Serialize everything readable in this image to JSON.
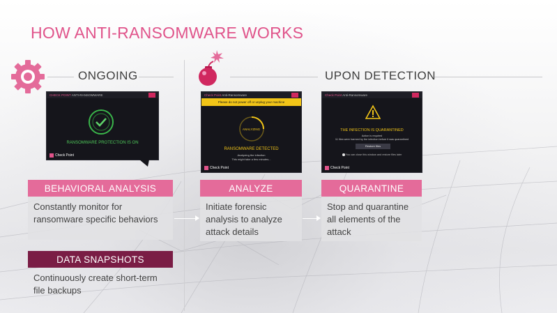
{
  "slide": {
    "title": "HOW ANTI-RANSOMWARE WORKS",
    "accent_color": "#e0538a",
    "dark_accent_color": "#7a1d45"
  },
  "sections": {
    "ongoing": {
      "label": "ONGOING",
      "icon": "gear-icon"
    },
    "detection": {
      "label": "UPON DETECTION",
      "icon": "bomb-icon"
    }
  },
  "screenshots": {
    "protection": {
      "window_brand": "CHECK POINT",
      "window_title": "ANTI-RANSOMWARE",
      "status_text": "RANSOMWARE PROTECTION IS ON",
      "logo_text": "Check Point"
    },
    "analyzing": {
      "window_brand": "Check Point",
      "window_title": "Anti-Ransomware",
      "warning_text": "Please do not power off or unplug your machine",
      "ring_text": "ANALYZING",
      "headline": "RANSOMWARE DETECTED",
      "sub1": "Analyzing the infection",
      "sub2": "This might take a few minutes...",
      "logo_text": "Check Point"
    },
    "quarantined": {
      "window_brand": "Check Point",
      "window_title": "Anti-Ransomware",
      "headline": "THE INFECTION IS QUARANTINED",
      "sub1": "Action is required",
      "sub2": "11 files were harmed by the infection before it was quarantined",
      "button_label": "Restore files",
      "checkbox_label": "You can close this window and restore files later",
      "logo_text": "Check Point"
    }
  },
  "cards": {
    "behavioral": {
      "title": "BEHAVIORAL ANALYSIS",
      "body": "Constantly monitor for ransomware specific behaviors"
    },
    "snapshots": {
      "title": "DATA SNAPSHOTS",
      "body": "Continuously create short-term file backups"
    },
    "analyze": {
      "title": "ANALYZE",
      "body": "Initiate forensic analysis to analyze attack details"
    },
    "quarantine": {
      "title": "QUARANTINE",
      "body": "Stop and quarantine all elements of the attack"
    }
  }
}
